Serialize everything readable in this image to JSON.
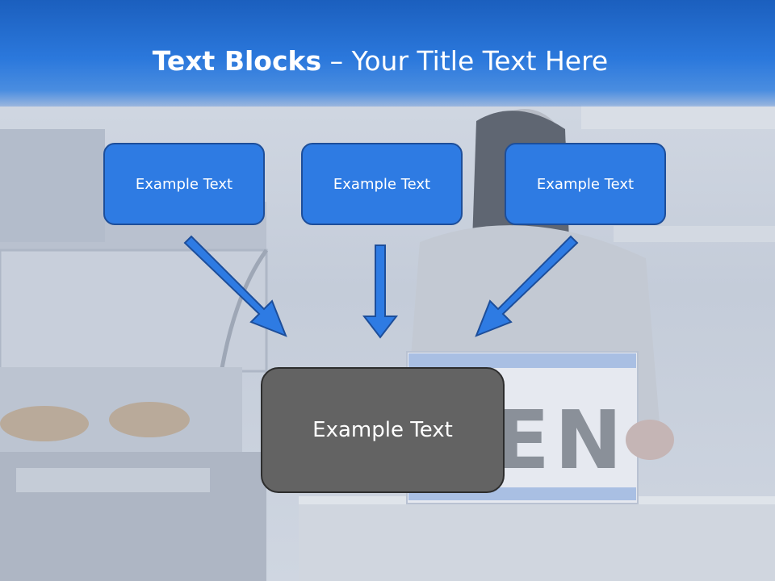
{
  "title": {
    "bold": "Text Blocks",
    "rest": " – Your Title Text Here"
  },
  "blocks": [
    {
      "label": "Example Text"
    },
    {
      "label": "Example Text"
    },
    {
      "label": "Example Text"
    }
  ],
  "center": {
    "label": "Example Text"
  },
  "sign_text": "PEN",
  "colors": {
    "header": "#2b78dc",
    "block_fill": "#2e7be3",
    "block_border": "#1d4e9a",
    "center_fill": "#636363",
    "arrow": "#2e7be3"
  }
}
